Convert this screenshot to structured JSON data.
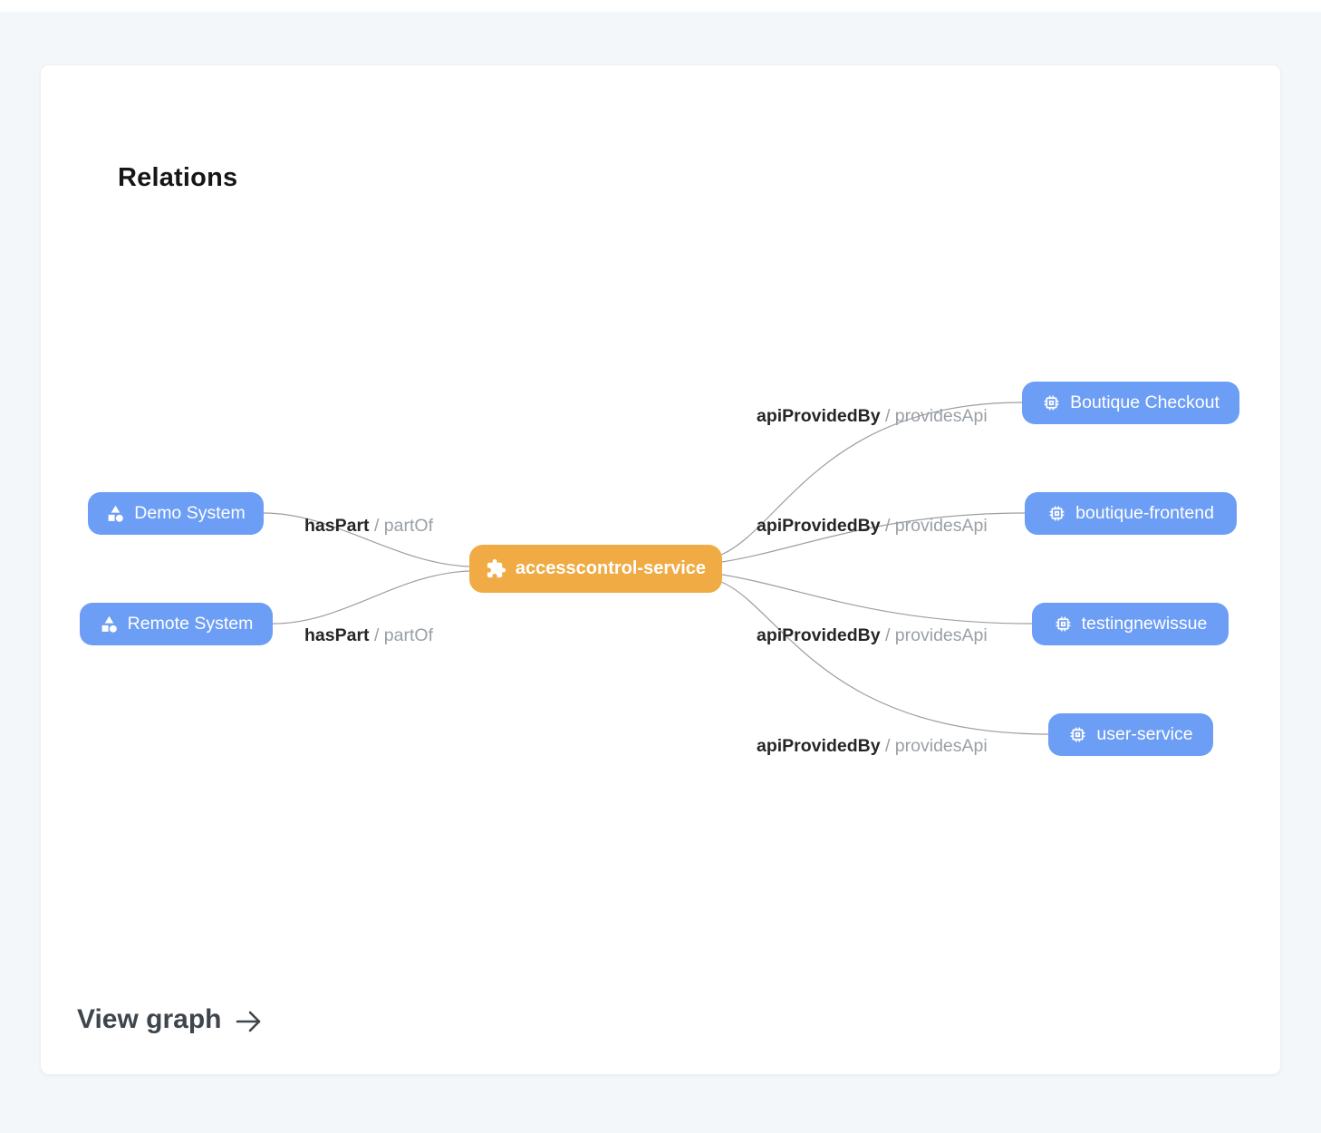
{
  "card": {
    "title": "Relations",
    "view_graph_label": "View graph"
  },
  "graph": {
    "nodes": {
      "center": {
        "label": "accesscontrol-service",
        "icon": "puzzle-icon"
      },
      "left": [
        {
          "label": "Demo System",
          "icon": "system-icon"
        },
        {
          "label": "Remote System",
          "icon": "system-icon"
        }
      ],
      "right": [
        {
          "label": "Boutique Checkout",
          "icon": "api-chip-icon"
        },
        {
          "label": "boutique-frontend",
          "icon": "api-chip-icon"
        },
        {
          "label": "testingnewissue",
          "icon": "api-chip-icon"
        },
        {
          "label": "user-service",
          "icon": "api-chip-icon"
        }
      ]
    },
    "edges": {
      "left": [
        {
          "primary": "hasPart",
          "secondary": "/ partOf"
        },
        {
          "primary": "hasPart",
          "secondary": "/ partOf"
        }
      ],
      "right": [
        {
          "primary": "apiProvidedBy",
          "secondary": "/ providesApi"
        },
        {
          "primary": "apiProvidedBy",
          "secondary": "/ providesApi"
        },
        {
          "primary": "apiProvidedBy",
          "secondary": "/ providesApi"
        },
        {
          "primary": "apiProvidedBy",
          "secondary": "/ providesApi"
        }
      ]
    },
    "colors": {
      "node_blue": "#6d9ef5",
      "node_orange": "#f0ab44",
      "edge_line": "#9e9e9e",
      "edge_label_primary": "#262626",
      "edge_label_secondary": "#9aa0a6"
    }
  }
}
